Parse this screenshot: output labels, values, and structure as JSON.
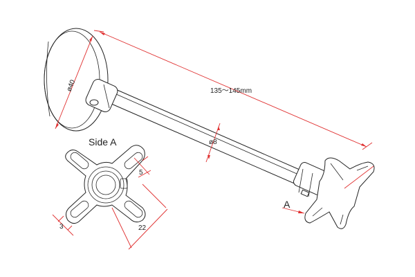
{
  "labels": {
    "disc_diameter": "ø40",
    "length_range": "135～145mm",
    "tube_diameter": "ø8",
    "side_title": "Side A",
    "dim_slot_width": "5",
    "dim_slot_thickness": "3",
    "dim_plate_width": "22",
    "view_marker": "A"
  },
  "colors": {
    "dimension_lines": "#e03030",
    "outline": "#222222",
    "background": "#ffffff"
  }
}
